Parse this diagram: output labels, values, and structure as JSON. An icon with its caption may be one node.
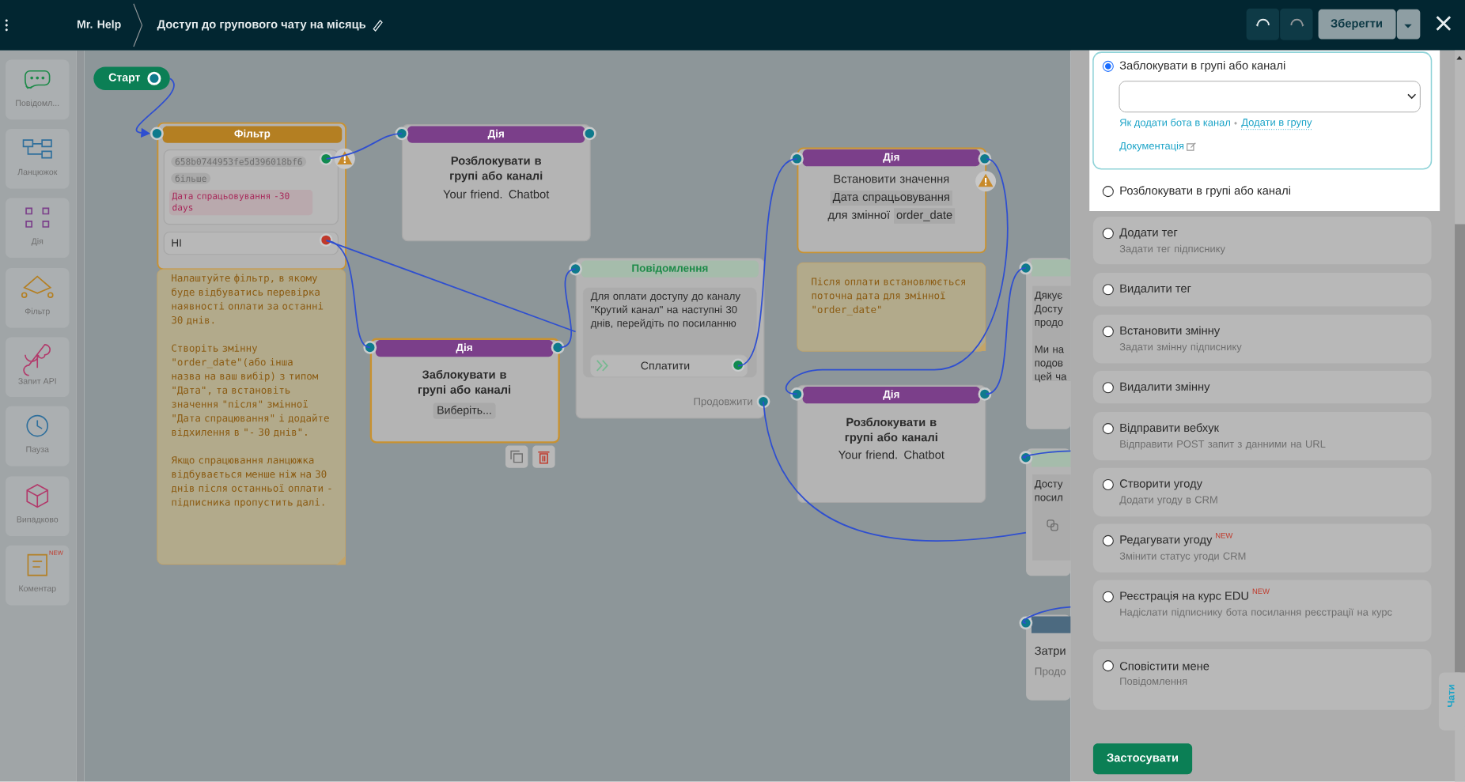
{
  "diagram": {
    "title": "Доступ до групового чату на місяць",
    "nodes": [
      {
        "text": [
          "Старт"
        ]
      },
      {
        "text": [
          "Фільтр"
        ]
      },
      {
        "text": [
          "658b0744953fe5d396018bf6",
          "більше",
          "Дата спрацьовування -30 days"
        ],
        "in": 1
      },
      {
        "text": [
          "НІ"
        ],
        "in": 1
      },
      {
        "text": [
          "Налаштуйте фільтр, в якому буде відбуватись перевірка наявності оплати за останні 30 днів.",
          "Створіть змінну \"order_date\"(або інша назва на ваш вибір) з типом \"Дата\", та встановіть значення \"після\" змінної \"Дата спрацювання\" і додайте відхилення в \"- 30 днів\".",
          "Якщо спрацювання ланцюжка відбувається менше ніж на 30 днів після останньої оплати - підписника пропустить далі."
        ]
      },
      {
        "text": [
          "Дія",
          "Розблокувати в групі або каналі",
          "Your friend. Chatbot"
        ]
      },
      {
        "text": [
          "Дія",
          "Заблокувати в групі або каналі",
          "Виберіть..."
        ]
      },
      {
        "text": [
          "Повідомлення"
        ]
      },
      {
        "text": [
          "Для оплати доступу до каналу \"Крутий канал\" на наступні 30 днів, перейдіть по посиланню"
        ],
        "in": 7
      },
      {
        "text": [
          "Сплатити"
        ],
        "in": 8
      },
      {
        "text": [
          "Продовжити"
        ],
        "in": 7
      },
      {
        "text": [
          "Дія",
          "Встановити значення",
          "Дата спрацьовування",
          "для змінної",
          "order_date"
        ]
      },
      {
        "text": [
          "Після оплати встановлюється поточна дата для змінної \"order_date\""
        ]
      },
      {
        "text": [
          "Дія",
          "Розблокувати в групі або каналі",
          "Your friend. Chatbot"
        ]
      },
      {
        "text": [
          "Дякує Досту продо",
          "Ми на подов цей ча"
        ]
      },
      {
        "text": [
          "Досту посил"
        ]
      },
      {
        "text": [
          "Затри",
          "Продо"
        ]
      }
    ],
    "edges": [
      {
        "from": 0,
        "to": 1,
        "arrow": "to"
      },
      {
        "from": 2,
        "to": 5,
        "arrow": "none"
      },
      {
        "from": 3,
        "to": 6,
        "arrow": "none"
      },
      {
        "from": 3,
        "to": 7,
        "arrow": "none"
      },
      {
        "from": 6,
        "to": 7,
        "arrow": "none"
      },
      {
        "from": 9,
        "to": 11,
        "arrow": "none"
      },
      {
        "from": 11,
        "to": 13,
        "arrow": "none"
      },
      {
        "from": 13,
        "to": 14,
        "arrow": "none"
      },
      {
        "from": 10,
        "to": 15,
        "arrow": "none"
      },
      {
        "from": null,
        "to": 15,
        "arrow": "none"
      },
      {
        "from": null,
        "to": 16,
        "arrow": "none"
      }
    ],
    "labels": [
      "Mr. Help",
      "Зберегти",
      "Повідомл...",
      "Ланцюжок",
      "Дія",
      "Фільтр",
      "Запит API",
      "Пауза",
      "Випадково",
      "NEW",
      "Коментар",
      "Заблокувати в групі або каналі",
      "Як додати бота в канал",
      "Додати в групу",
      "Документація",
      "Розблокувати в групі або каналі",
      "Додати тег",
      "Задати тег підписнику",
      "Видалити тег",
      "Встановити змінну",
      "Задати змінну підписнику",
      "Видалити змінну",
      "Відправити вебхук",
      "Відправити POST запит з данними на URL",
      "Створити угоду",
      "Додати угоду в CRM",
      "Редагувати угоду",
      "NEW",
      "Змінити статус угоди CRM",
      "Реєстрація на курс EDU",
      "NEW",
      "Надіслати підписнику бота посилання реєстрації на курс",
      "Сповістити мене",
      "Повідомлення",
      "Застосувати",
      "Чати"
    ]
  }
}
